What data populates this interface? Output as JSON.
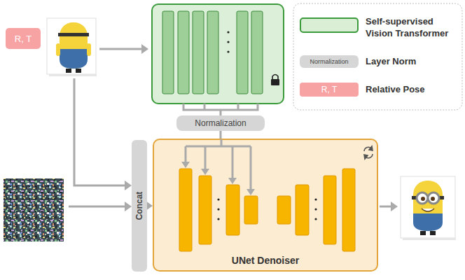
{
  "diagram": {
    "nodes": [
      {
        "text": [
          "R, T"
        ]
      },
      {
        "text": [
          "Normalization"
        ]
      },
      {
        "text": [
          "Concat"
        ]
      },
      {
        "text": [
          "UNet Denoiser"
        ]
      }
    ],
    "edges": [
      {
        "from": 1,
        "to": 3,
        "arrow": "none"
      },
      {
        "from": 2,
        "to": 3,
        "arrow": "to"
      }
    ],
    "labels": [
      "Normalization",
      "R, T"
    ],
    "legend": [
      {
        "text": "Self-supervised Vision Transformer",
        "color": "#d9eed5"
      },
      {
        "text": "Layer Norm",
        "color": "#d6d6d6"
      },
      {
        "text": "Relative Pose",
        "color": "#f7a3a3"
      }
    ]
  }
}
